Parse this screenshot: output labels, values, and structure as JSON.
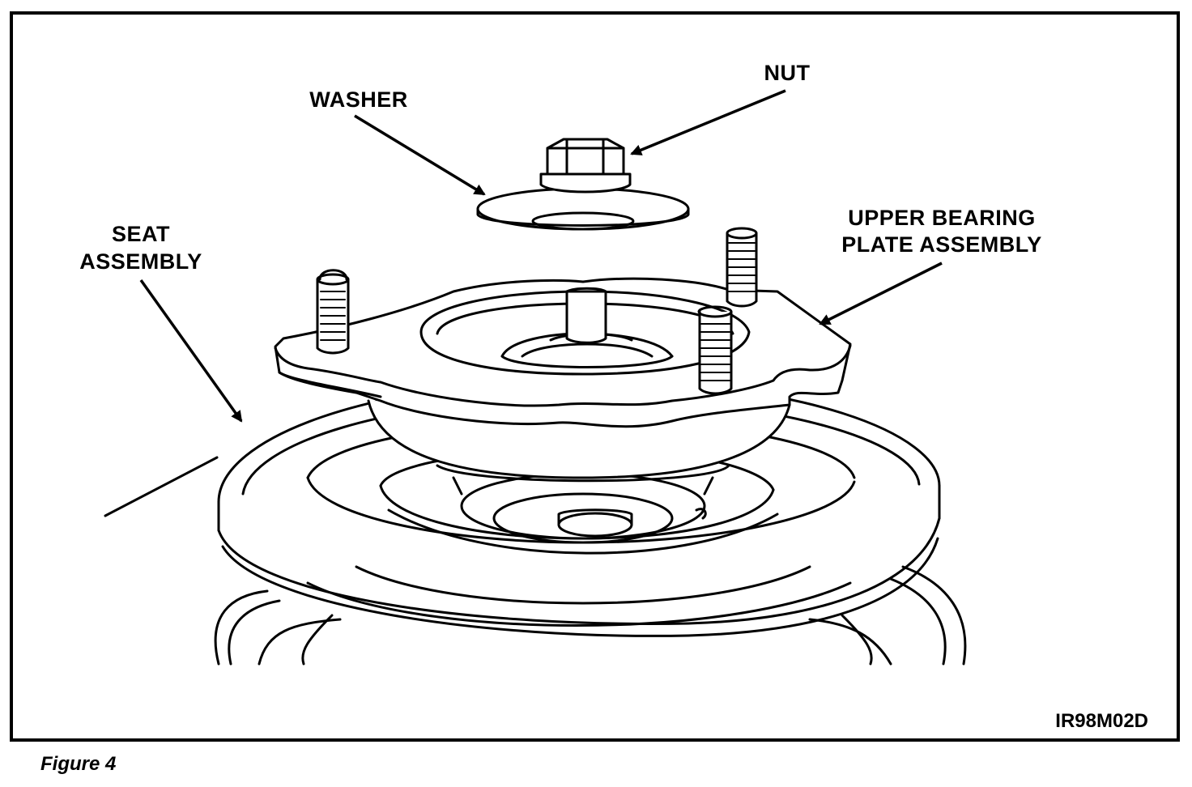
{
  "figure": {
    "caption": "Figure 4",
    "drawing_code": "IR98M02D"
  },
  "labels": {
    "nut": "NUT",
    "washer": "WASHER",
    "seat_line1": "SEAT",
    "seat_line2": "ASSEMBLY",
    "upper_line1": "UPPER BEARING",
    "upper_line2": "PLATE ASSEMBLY"
  },
  "colors": {
    "ink": "#000000",
    "paper": "#ffffff"
  }
}
